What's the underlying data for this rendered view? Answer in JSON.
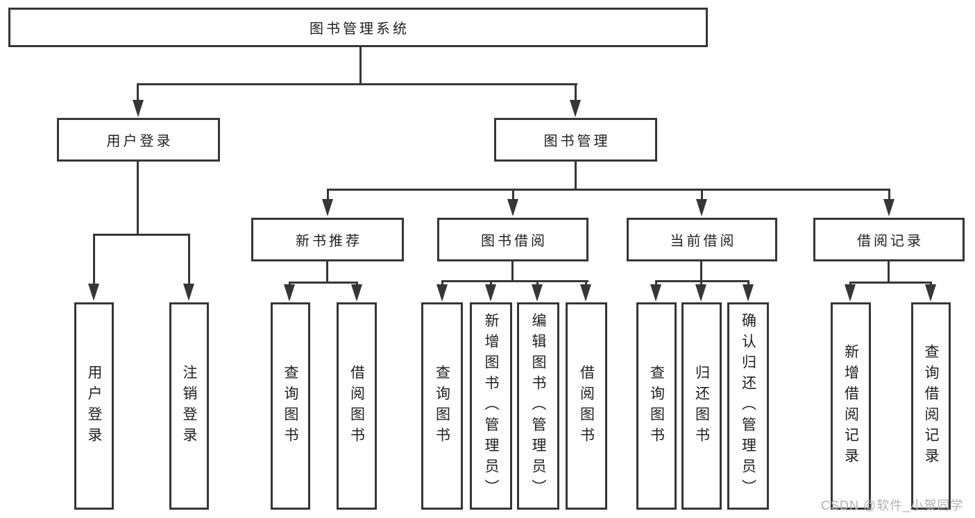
{
  "tree": {
    "root": "图书管理系统",
    "login": {
      "label": "用户登录",
      "leaves": [
        "用户登录",
        "注销登录"
      ]
    },
    "management": {
      "label": "图书管理",
      "sections": [
        {
          "label": "新书推荐",
          "leaves": [
            "查询图书",
            "借阅图书"
          ]
        },
        {
          "label": "图书借阅",
          "leaves": [
            "查询图书",
            "新增图书（管理员）",
            "编辑图书（管理员）",
            "借阅图书"
          ]
        },
        {
          "label": "当前借阅",
          "leaves": [
            "查询图书",
            "归还图书",
            "确认归还（管理员）"
          ]
        },
        {
          "label": "借阅记录",
          "leaves": [
            "新增借阅记录",
            "查询借阅记录"
          ]
        }
      ]
    }
  },
  "watermark": "CSDN @软件_小贺同学",
  "colors": {
    "line": "#363636",
    "text": "#1f1f1f",
    "background": "#ffffff",
    "watermark": "#b0b0b0"
  }
}
